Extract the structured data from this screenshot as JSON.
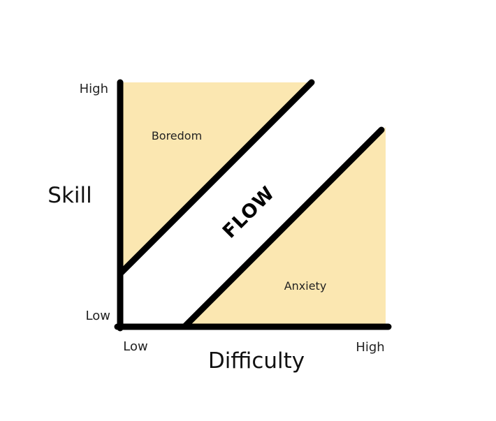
{
  "colors": {
    "region_fill": "#FBE7B1",
    "line": "#000000",
    "background": "#FFFFFF"
  },
  "y_axis": {
    "title": "Skill",
    "high_label": "High",
    "low_label": "Low"
  },
  "x_axis": {
    "title": "Difficulty",
    "low_label": "Low",
    "high_label": "High"
  },
  "regions": {
    "boredom_label": "Boredom",
    "flow_label": "FLOW",
    "anxiety_label": "Anxiety"
  }
}
